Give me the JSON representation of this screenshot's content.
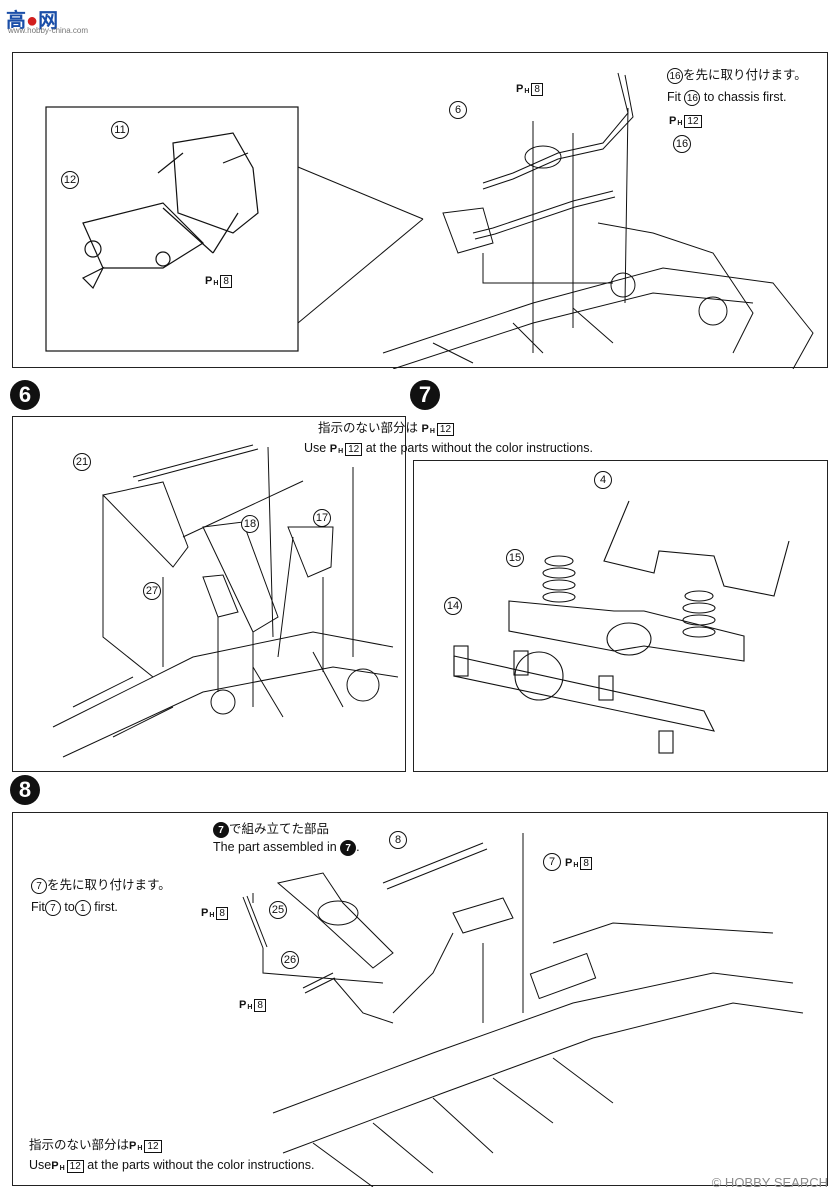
{
  "watermark_top": {
    "text_a": "高",
    "text_b": "网",
    "url": "www.hobby-china.com"
  },
  "watermark_bottom": {
    "text": "© HOBBY SEARCH"
  },
  "ph": {
    "letter": "P",
    "sub": "H",
    "n8": "8",
    "n12": "12"
  },
  "step_top": {
    "note_jp_num": "16",
    "note_jp": "を先に取り付けます。",
    "note_en_a": "Fit",
    "note_en_num": "16",
    "note_en_b": "to chassis first.",
    "callouts": {
      "c6": "6",
      "c16": "16",
      "c11": "11",
      "c12": "12"
    }
  },
  "step6": {
    "number": "6",
    "callouts": {
      "c21": "21",
      "c18": "18",
      "c17": "17",
      "c27": "27"
    }
  },
  "step7": {
    "number": "7",
    "callouts": {
      "c4": "4",
      "c15": "15",
      "c14": "14"
    }
  },
  "shared_note": {
    "jp": "指示のない部分は",
    "en_a": "Use",
    "en_b": "at the parts without the color instructions."
  },
  "step8": {
    "number": "8",
    "assembled_jp_num": "7",
    "assembled_jp": "で組み立てた部品",
    "assembled_en": "The part assembled in",
    "assembled_en_num": "7",
    "assembled_en_end": ".",
    "first_jp_num": "7",
    "first_jp": "を先に取り付けます。",
    "first_en_a": "Fit",
    "first_en_num1": "7",
    "first_en_b": "to",
    "first_en_num2": "1",
    "first_en_c": "first.",
    "callouts": {
      "c8": "8",
      "c7": "7",
      "c25": "25",
      "c26": "26"
    },
    "bottom_note_jp": "指示のない部分は",
    "bottom_note_en_a": "Use",
    "bottom_note_en_b": "at the parts without the color instructions."
  }
}
